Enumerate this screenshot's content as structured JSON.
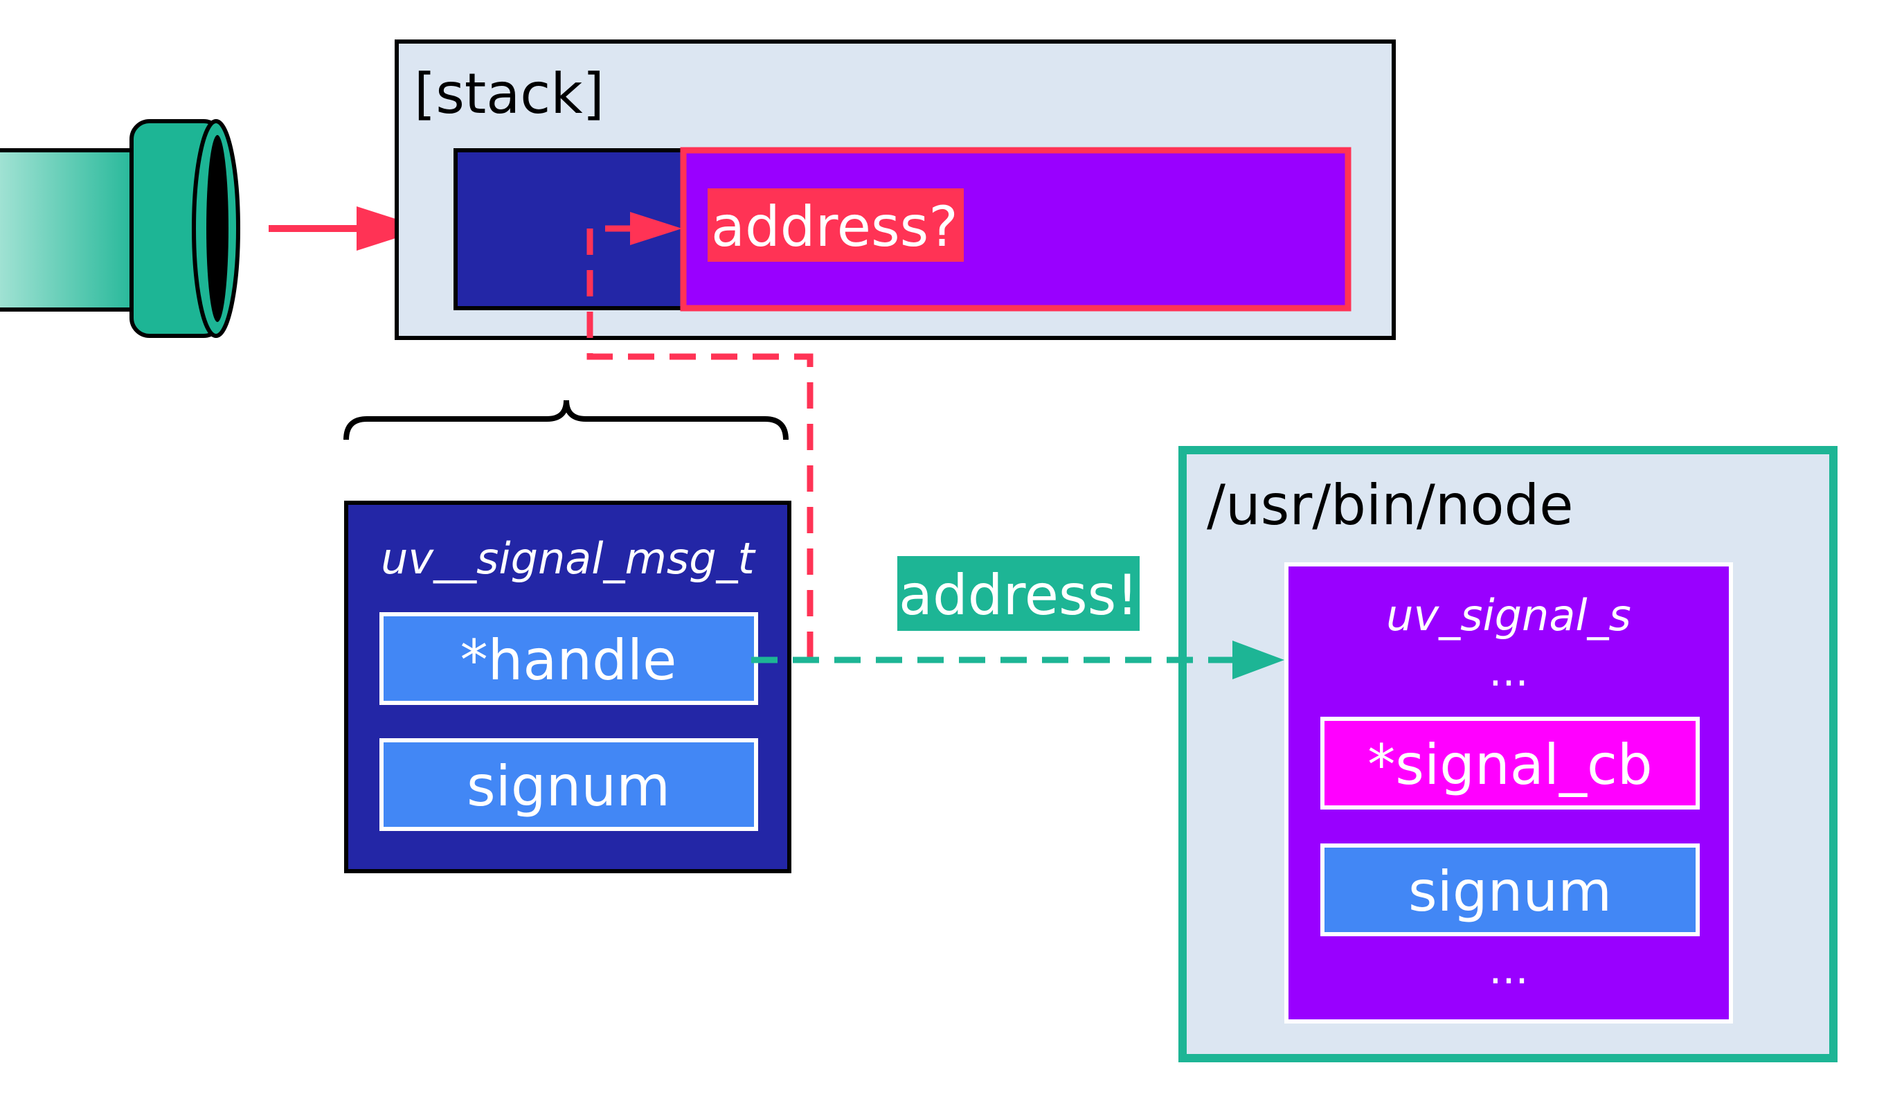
{
  "colors": {
    "panel_fill": "#dce6f2",
    "navy": "#2326a6",
    "purple": "#9900ff",
    "red": "#ff3355",
    "teal": "#1db595",
    "blue_field": "#4287f5",
    "magenta_field": "#ff00ff"
  },
  "icons": {
    "pipe": "pipe-icon"
  },
  "stack": {
    "title": "[stack]",
    "address_question": "address?"
  },
  "msg_struct": {
    "title": "uv__signal_msg_t",
    "fields": [
      "*handle",
      "signum"
    ]
  },
  "node": {
    "title": "/usr/bin/node",
    "struct_title": "uv_signal_s",
    "ellipsis_top": "...",
    "fields": [
      "*signal_cb",
      "signum"
    ],
    "ellipsis_bottom": "..."
  },
  "connection": {
    "address_found": "address!"
  }
}
